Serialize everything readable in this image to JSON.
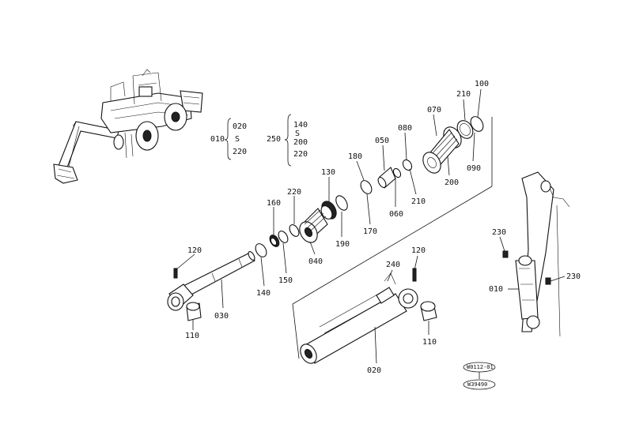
{
  "callouts": {
    "p100": "100",
    "p210a": "210",
    "p070": "070",
    "p080": "080",
    "p050": "050",
    "p180": "180",
    "p130": "130",
    "p220a": "220",
    "p160": "160",
    "p090": "090",
    "p200": "200",
    "p210b": "210",
    "p060": "060",
    "p170": "170",
    "p190": "190",
    "p040": "040",
    "p150": "150",
    "p140": "140",
    "p120a": "120",
    "p030": "030",
    "p110a": "110",
    "p240": "240",
    "p120b": "120",
    "p110b": "110",
    "p020": "020",
    "p230a": "230",
    "p230b": "230",
    "p010b": "010"
  },
  "group010": {
    "label": "010",
    "top": "020",
    "mid": "S",
    "bottom": "220"
  },
  "group250": {
    "label": "250",
    "top": "140",
    "mid": "S",
    "mid2": "200",
    "bottom": "220"
  },
  "stamps": {
    "top": "W0112-01",
    "bottom": "W39490"
  }
}
